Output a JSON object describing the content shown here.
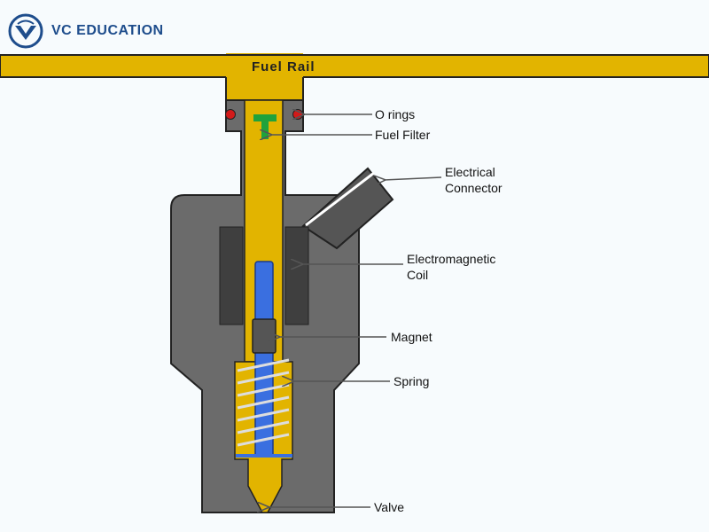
{
  "brand": {
    "name": "VC EDUCATION",
    "logo_icon": "vc-education-logo-icon"
  },
  "diagram": {
    "rail_label": "Fuel Rail",
    "labels": {
      "o_rings": "O rings",
      "fuel_filter": "Fuel Filter",
      "electrical_connector_line1": "Electrical",
      "electrical_connector_line2": "Connector",
      "electromagnetic_coil_line1": "Electromagnetic",
      "electromagnetic_coil_line2": "Coil",
      "magnet": "Magnet",
      "spring": "Spring",
      "valve": "Valve"
    },
    "colors": {
      "fuel": "#e2b400",
      "body": "#6b6b6b",
      "coil": "#3f3f3f",
      "plunger": "#3a6fe0",
      "filter": "#1fa23c",
      "o_ring": "#d21a1a",
      "background": "#f7fbfd"
    }
  }
}
